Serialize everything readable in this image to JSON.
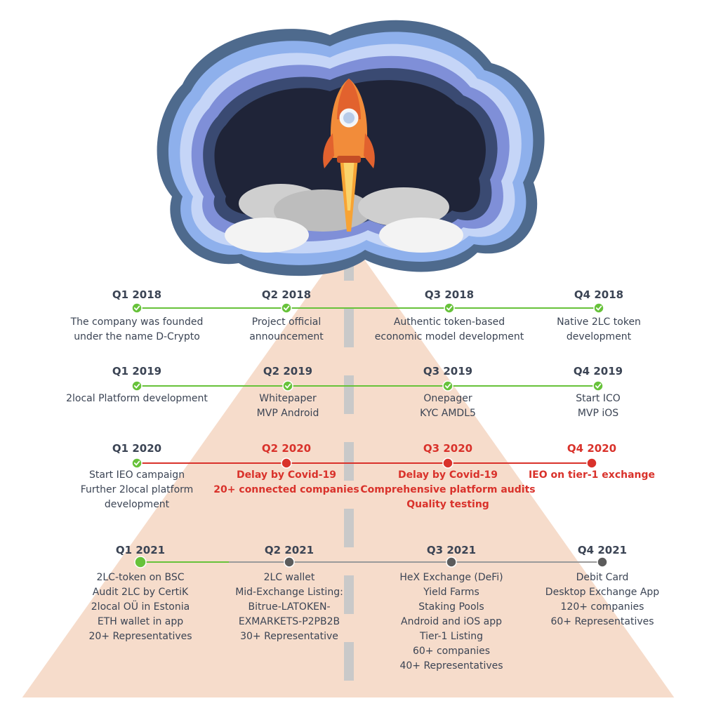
{
  "rows": [
    {
      "quarters": [
        {
          "label": "Q1 2018",
          "status": "done",
          "lines": [
            "The company was founded",
            "under the name D-Crypto"
          ]
        },
        {
          "label": "Q2 2018",
          "status": "done",
          "lines": [
            "Project official",
            "announcement"
          ]
        },
        {
          "label": "Q3 2018",
          "status": "done",
          "lines": [
            "Authentic token-based",
            "economic model development"
          ]
        },
        {
          "label": "Q4 2018",
          "status": "done",
          "lines": [
            "Native 2LC token",
            "development"
          ]
        }
      ]
    },
    {
      "quarters": [
        {
          "label": "Q1 2019",
          "status": "done",
          "lines": [
            "2local Platform development"
          ]
        },
        {
          "label": "Q2 2019",
          "status": "done",
          "lines": [
            "Whitepaper",
            "MVP Android"
          ]
        },
        {
          "label": "Q3 2019",
          "status": "done",
          "lines": [
            "Onepager",
            "KYC AMDL5"
          ]
        },
        {
          "label": "Q4 2019",
          "status": "done",
          "lines": [
            "Start ICO",
            "MVP iOS"
          ]
        }
      ]
    },
    {
      "quarters": [
        {
          "label": "Q1 2020",
          "status": "done",
          "lines": [
            "Start IEO campaign",
            "Further 2local platform",
            "development"
          ]
        },
        {
          "label": "Q2 2020",
          "status": "delayed",
          "lines": [
            "Delay by Covid-19",
            "20+ connected companies"
          ]
        },
        {
          "label": "Q3 2020",
          "status": "delayed",
          "lines": [
            "Delay by Covid-19",
            "Comprehensive platform audits",
            "Quality testing"
          ]
        },
        {
          "label": "Q4 2020",
          "status": "delayed",
          "lines": [
            "IEO on tier-1 exchange"
          ]
        }
      ]
    },
    {
      "quarters": [
        {
          "label": "Q1 2021",
          "status": "current",
          "lines": [
            "2LC-token on BSC",
            "Audit 2LC by CertiK",
            "2local OÜ in Estonia",
            "ETH wallet in app",
            "20+ Representatives"
          ]
        },
        {
          "label": "Q2 2021",
          "status": "planned",
          "lines": [
            "2LC wallet",
            "Mid-Exchange Listing:",
            "Bitrue-LATOKEN-",
            "EXMARKETS-P2PB2B",
            "30+ Representative"
          ]
        },
        {
          "label": "Q3 2021",
          "status": "planned",
          "lines": [
            "HeX Exchange (DeFi)",
            "Yield Farms",
            "Staking Pools",
            "Android and iOS app",
            "Tier-1 Listing",
            "60+ companies",
            "40+ Representatives"
          ]
        },
        {
          "label": "Q4 2021",
          "status": "planned",
          "lines": [
            "Debit Card",
            "Desktop Exchange App",
            "120+ companies",
            "60+ Representatives"
          ]
        }
      ]
    }
  ],
  "colors": {
    "done": "#67c23a",
    "delayed": "#d9322b",
    "planned": "#5c5c5c",
    "text": "#3b4454",
    "road": "#f6dccb",
    "road_edge": "#ffffff",
    "lane_mark": "#c9c9c9"
  }
}
